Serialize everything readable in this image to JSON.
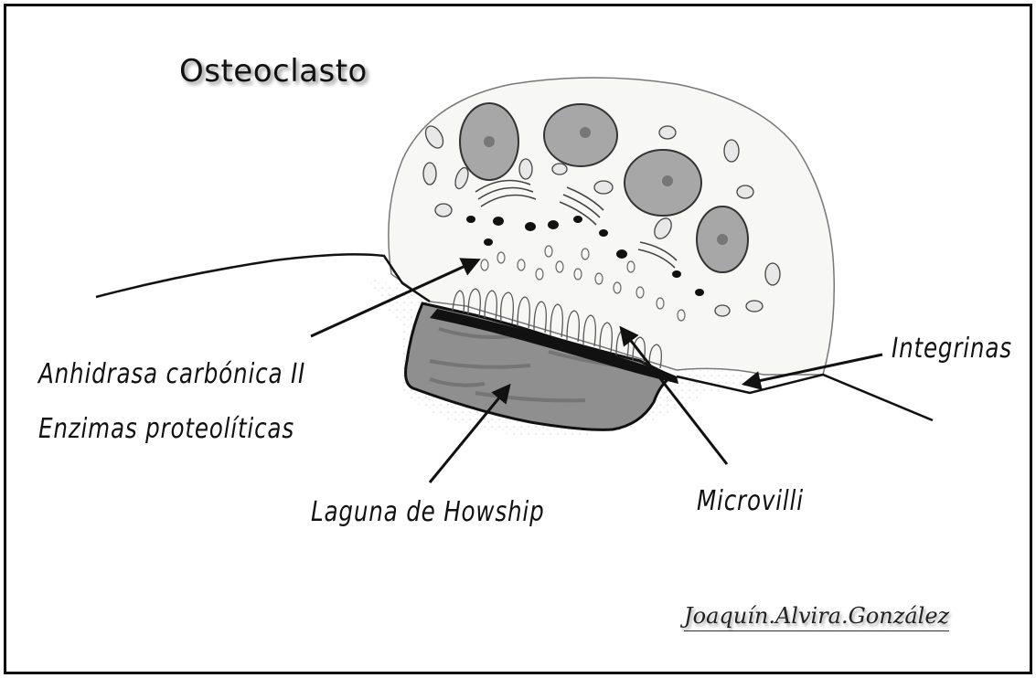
{
  "title": "Osteoclasto",
  "labels": {
    "anhidrasa": "Anhidrasa carbónica II",
    "enzimas": "Enzimas proteolíticas",
    "laguna": "Laguna de Howship",
    "microvilli": "Microvilli",
    "integrinas": "Integrinas"
  },
  "signature": "Joaquín.Alvira.González",
  "colors": {
    "frame": "#0d0d0d",
    "cell_fill": "#f7f7f5",
    "lacuna_fill": "#8f8f8f",
    "nucleus_fill": "#a7a7a7"
  },
  "icons": [
    "osteoclast-cell-illustration",
    "arrow-icon"
  ]
}
